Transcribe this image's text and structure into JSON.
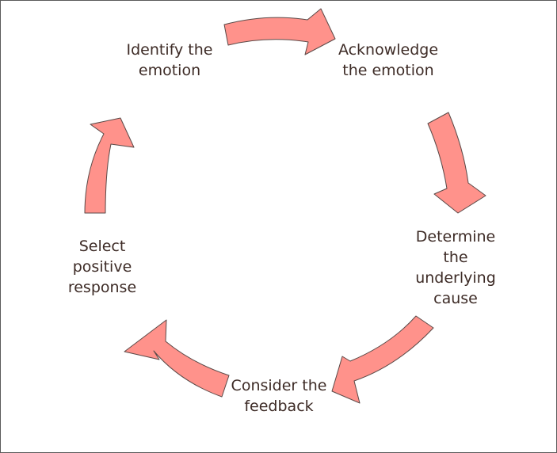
{
  "diagram": {
    "type": "cycle",
    "arrow_fill": "#ff928b",
    "arrow_stroke": "#5a4a48",
    "text_color": "#3d2b26",
    "steps": [
      {
        "label": "Identify the\nemotion"
      },
      {
        "label": "Acknowledge\nthe emotion"
      },
      {
        "label": "Determine\nthe\nunderlying\ncause"
      },
      {
        "label": "Consider the\nfeedback"
      },
      {
        "label": "Select\npositive\nresponse"
      }
    ]
  }
}
